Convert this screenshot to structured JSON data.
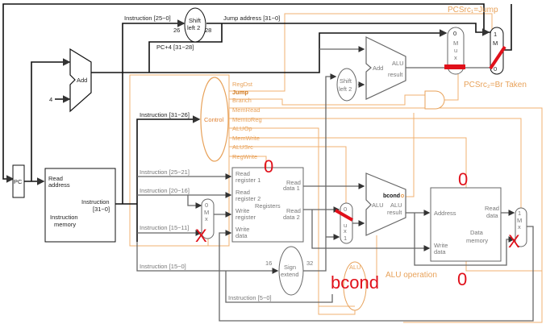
{
  "labels": {
    "instr_25_0": "Instruction [25−0]",
    "shift_top": "Shift",
    "shift_top2": "left 2",
    "n26": "26",
    "n28": "28",
    "jump_addr": "Jump address [31−0]",
    "pc4": "PC+4 [31−28]",
    "add": "Add",
    "four": "4",
    "pc": "PC",
    "read_address_1": "Read",
    "read_address_2": "address",
    "instr_out_1": "Instruction",
    "instr_out_2": "[31−0]",
    "imem_1": "Instruction",
    "imem_2": "memory",
    "instr_31_26": "Instruction [31−26]",
    "control": "Control",
    "instr_25_21": "Instruction [25−21]",
    "instr_20_16": "Instruction [20−16]",
    "instr_15_11": "Instruction [15−11]",
    "instr_15_0": "Instruction [15−0]",
    "instr_5_0": "Instruction [5−0]",
    "read_reg1_a": "Read",
    "read_reg1_b": "register 1",
    "read_reg2_a": "Read",
    "read_reg2_b": "register 2",
    "write_reg_a": "Write",
    "write_reg_b": "register",
    "write_data_a": "Write",
    "write_data_b": "data",
    "registers": "Registers",
    "read_data1_a": "Read",
    "read_data1_b": "data 1",
    "read_data2_a": "Read",
    "read_data2_b": "data 2",
    "sign_a": "Sign",
    "sign_b": "extend",
    "n16": "16",
    "n32": "32",
    "alu": "ALU",
    "alu_result_a": "ALU",
    "alu_result_b": "result",
    "bcond_port": "bcond",
    "add2": "Add",
    "shift2_a": "Shift",
    "shift2_b": "left 2",
    "address": "Address",
    "dm_write_a": "Write",
    "dm_write_b": "data",
    "dm_read_a": "Read",
    "dm_read_b": "data",
    "dm_a": "Data",
    "dm_b": "memory",
    "alu_control": "ALU",
    "alu_operation": "ALU operation",
    "mux_0": "0",
    "mux_1": "1",
    "mux_M": "M",
    "mux_u": "u",
    "mux_x": "x",
    "pcsrc1": "PCSrc₁=Jump",
    "pcsrc2": "PCSrc₂=Br Taken"
  },
  "control_signals": [
    "RegDst",
    "Jump",
    "Branch",
    "MemRead",
    "MemtoReg",
    "ALUOp",
    "MemWrite",
    "ALUSrc",
    "RegWrite"
  ],
  "annotations": {
    "zero_regwrite": "0",
    "zero_memwrite": "0",
    "zero_memread": "0",
    "bcond": "bcond",
    "x_regdst": "X",
    "x_memtoreg": "X"
  },
  "colors": {
    "control": "#e8a25a",
    "annotation": "#e0101a",
    "datapath": "#111111"
  }
}
